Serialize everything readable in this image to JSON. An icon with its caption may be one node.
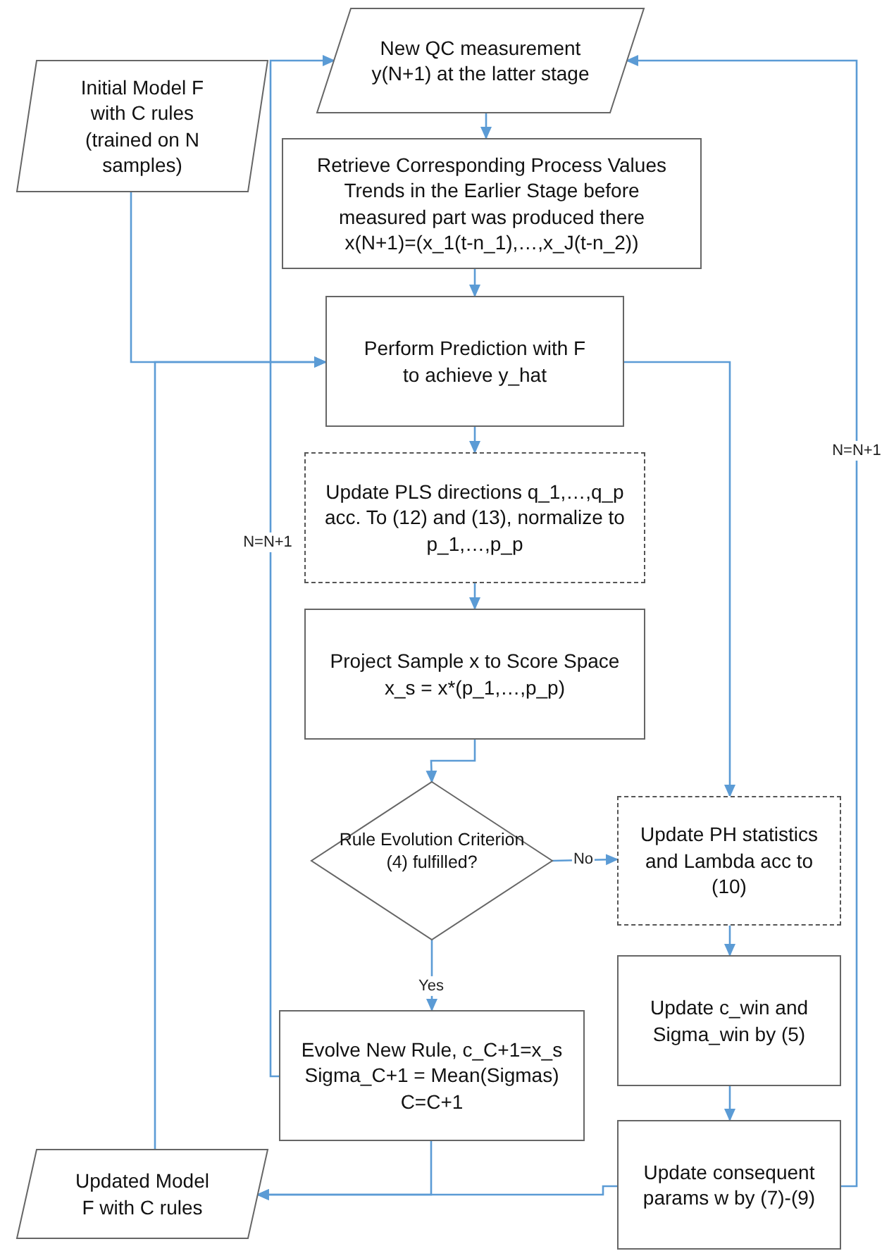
{
  "diagram": {
    "nodes": [
      {
        "text": [
          "Initial Model F with C rules (trained on N samples)"
        ]
      },
      {
        "text": [
          "New QC measurement y(N+1) at the latter stage"
        ]
      },
      {
        "text": [
          "Retrieve Corresponding Process Values Trends in the Earlier Stage before measured part was produced there x(N+1)=(x_1(t-n_1),…,x_J(t-n_2))"
        ]
      },
      {
        "text": [
          "Perform Prediction with F to achieve y_hat"
        ]
      },
      {
        "text": [
          "Update PLS directions q_1,…,q_p acc. To (12) and (13), normalize to p_1,…,p_p"
        ]
      },
      {
        "text": [
          "Project Sample x to Score Space x_s = x*(p_1,…,p_p)"
        ]
      },
      {
        "text": [
          "Rule Evolution Criterion (4) fulfilled?"
        ]
      },
      {
        "text": [
          "Update PH statistics and Lambda acc to (10)"
        ]
      },
      {
        "text": [
          "Update c_win and Sigma_win by (5)"
        ]
      },
      {
        "text": [
          "Update consequent params w by (7)-(9)"
        ]
      },
      {
        "text": [
          "Evolve New Rule, c_C+1=x_s Sigma_C+1 = Mean(Sigmas) C=C+1"
        ]
      },
      {
        "text": [
          "Updated Model F with C rules"
        ]
      }
    ],
    "edges": [
      {
        "from": 0,
        "to": 3,
        "arrow": "to"
      },
      {
        "from": 1,
        "to": 2,
        "arrow": "to"
      },
      {
        "from": 2,
        "to": 3,
        "arrow": "to"
      },
      {
        "from": 3,
        "to": 4,
        "arrow": "to"
      },
      {
        "from": 4,
        "to": 5,
        "arrow": "to"
      },
      {
        "from": 5,
        "to": 6,
        "arrow": "to"
      },
      {
        "from": 6,
        "to": 7,
        "arrow": "to",
        "label": "No"
      },
      {
        "from": 6,
        "to": 10,
        "arrow": "to",
        "label": "Yes"
      },
      {
        "from": 3,
        "to": 7,
        "arrow": "to"
      },
      {
        "from": 7,
        "to": 8,
        "arrow": "to"
      },
      {
        "from": 8,
        "to": 9,
        "arrow": "to"
      },
      {
        "from": 10,
        "to": 11,
        "arrow": "to"
      },
      {
        "from": 9,
        "to": 11,
        "arrow": "to"
      },
      {
        "from": 11,
        "to": 3,
        "arrow": "to"
      },
      {
        "from": 10,
        "to": 1,
        "arrow": "to",
        "label": "N=N+1"
      },
      {
        "from": 9,
        "to": 1,
        "arrow": "to",
        "label": "N=N+1"
      }
    ]
  }
}
